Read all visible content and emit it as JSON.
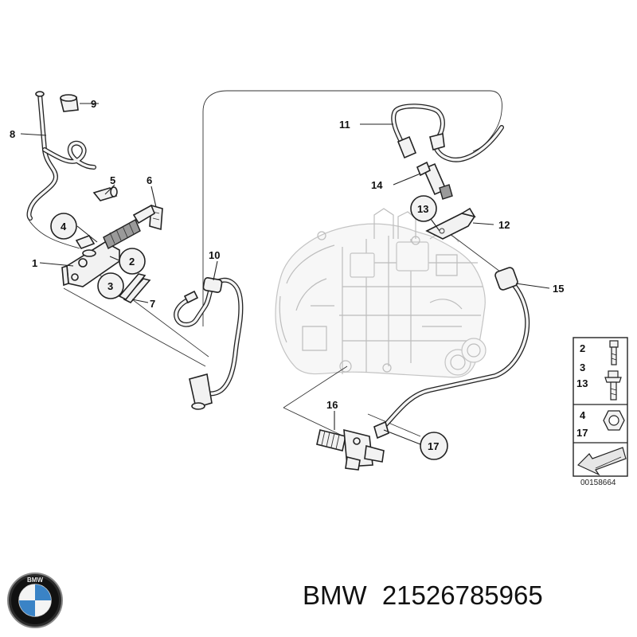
{
  "callouts": {
    "c1": "1",
    "c2": "2",
    "c3": "3",
    "c4": "4",
    "c5": "5",
    "c6": "6",
    "c7": "7",
    "c8": "8",
    "c9": "9",
    "c10": "10",
    "c11": "11",
    "c12": "12",
    "c13": "13",
    "c14": "14",
    "c15": "15",
    "c16": "16",
    "c17": "17"
  },
  "legend": {
    "items": [
      {
        "top": "2",
        "bottom": "3",
        "icon": "bolt-icon"
      },
      {
        "top": "13",
        "bottom": "",
        "icon": "flange-bolt-icon"
      },
      {
        "top": "4",
        "bottom": "17",
        "icon": "nut-icon"
      }
    ],
    "arrow_icon": "arrow-icon",
    "reference_number": "00158664"
  },
  "caption": {
    "brand": "BMW",
    "part_number": "21526785965"
  },
  "logo": {
    "icon": "bmw-roundel-icon",
    "text": "BMW",
    "colors": {
      "blue": "#3a83c6",
      "black": "#111111",
      "white": "#ffffff"
    }
  }
}
